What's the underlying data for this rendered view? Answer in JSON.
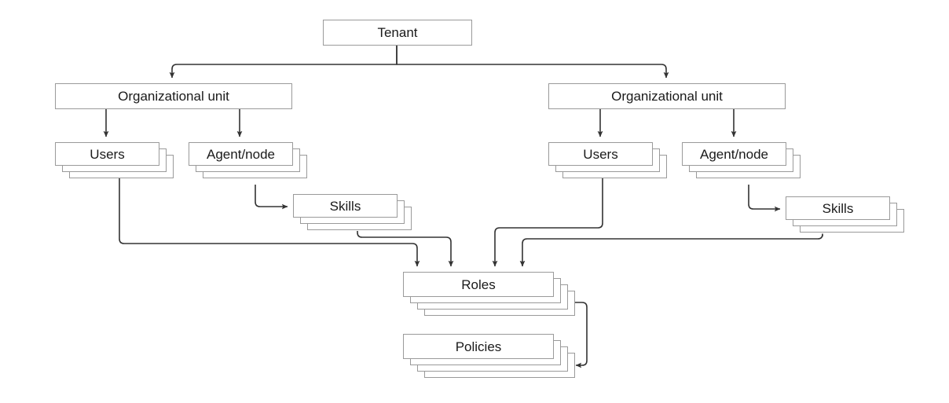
{
  "diagram": {
    "title_text": "Tenant",
    "type": "hierarchy-tree",
    "colors": {
      "box_border": "#9a9a9a",
      "connector": "#333333",
      "box_fill": "#ffffff",
      "text": "#1a1a1a",
      "canvas": "#ffffff"
    },
    "nodes": {
      "tenant": {
        "label": "Tenant",
        "stacked": false
      },
      "org_unit_left": {
        "label": "Organizational unit",
        "stacked": false
      },
      "org_unit_right": {
        "label": "Organizational unit",
        "stacked": false
      },
      "users_left": {
        "label": "Users",
        "stacked": true,
        "stack_count": 3
      },
      "agent_node_left": {
        "label": "Agent/node",
        "stacked": true,
        "stack_count": 3
      },
      "skills_left": {
        "label": "Skills",
        "stacked": true,
        "stack_count": 2
      },
      "users_right": {
        "label": "Users",
        "stacked": true,
        "stack_count": 3
      },
      "agent_node_right": {
        "label": "Agent/node",
        "stacked": true,
        "stack_count": 3
      },
      "skills_right": {
        "label": "Skills",
        "stacked": true,
        "stack_count": 2
      },
      "roles": {
        "label": "Roles",
        "stacked": true,
        "stack_count": 3
      },
      "policies": {
        "label": "Policies",
        "stacked": true,
        "stack_count": 3
      }
    },
    "edges": [
      {
        "from": "tenant",
        "to": "org_unit_left",
        "arrow": true
      },
      {
        "from": "tenant",
        "to": "org_unit_right",
        "arrow": true
      },
      {
        "from": "org_unit_left",
        "to": "users_left",
        "arrow": true
      },
      {
        "from": "org_unit_left",
        "to": "agent_node_left",
        "arrow": true
      },
      {
        "from": "org_unit_right",
        "to": "users_right",
        "arrow": true
      },
      {
        "from": "org_unit_right",
        "to": "agent_node_right",
        "arrow": true
      },
      {
        "from": "agent_node_left",
        "to": "skills_left",
        "arrow": true
      },
      {
        "from": "agent_node_right",
        "to": "skills_right",
        "arrow": true
      },
      {
        "from": "users_left",
        "to": "roles",
        "arrow": true
      },
      {
        "from": "skills_left",
        "to": "roles",
        "arrow": true
      },
      {
        "from": "users_right",
        "to": "roles",
        "arrow": true
      },
      {
        "from": "skills_right",
        "to": "roles",
        "arrow": true
      },
      {
        "from": "roles",
        "to": "policies",
        "arrow": true
      }
    ]
  }
}
